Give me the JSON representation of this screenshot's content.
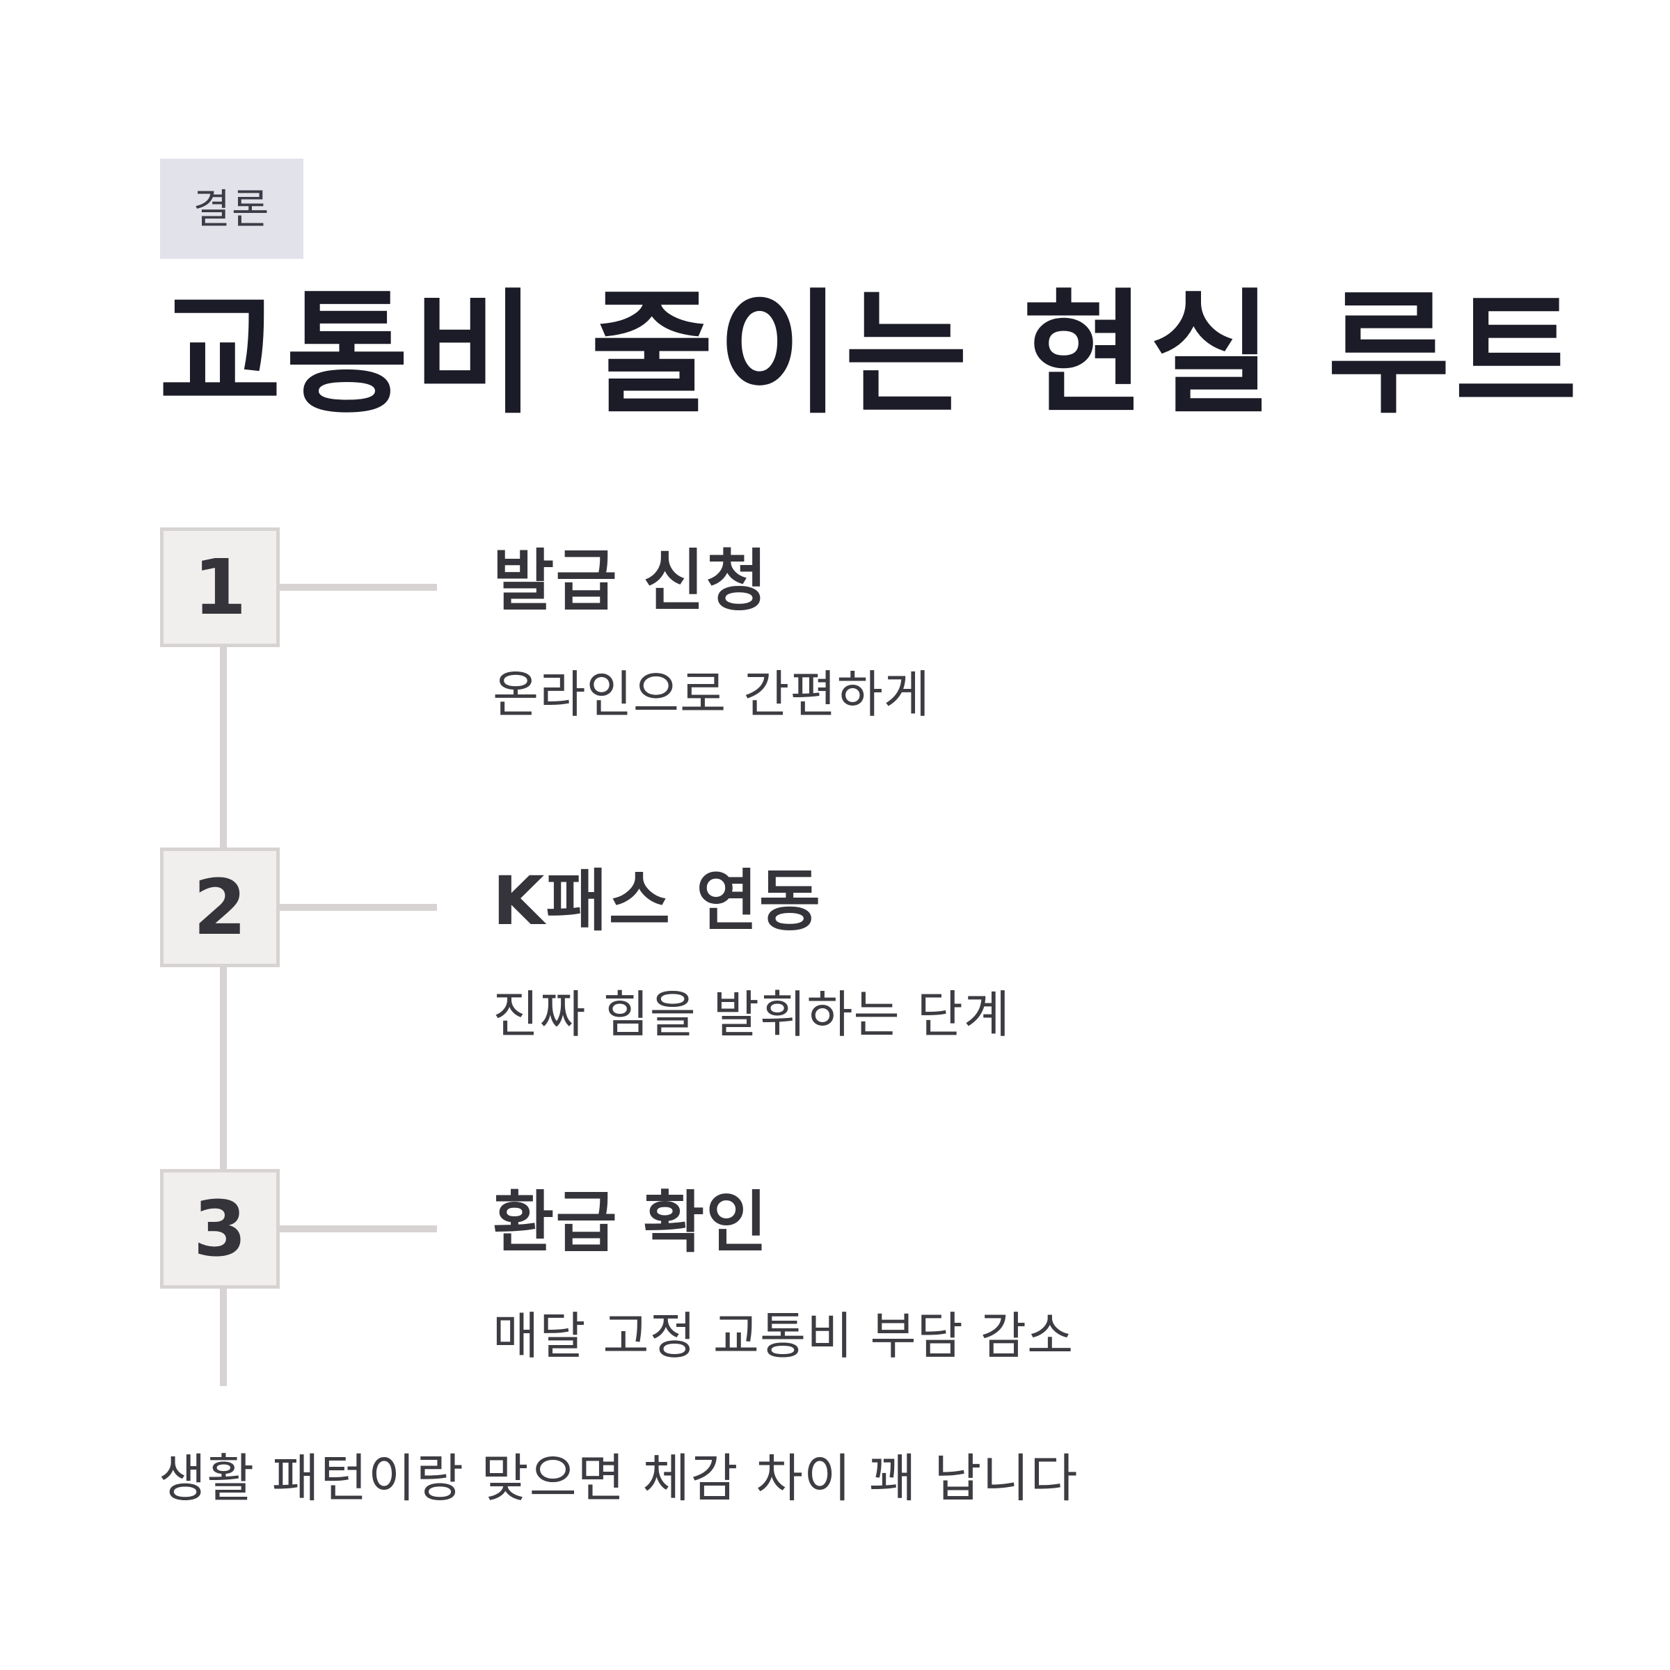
{
  "tag": "결론",
  "title": "교통비 줄이는 현실 루트",
  "steps": [
    {
      "number": "1",
      "title": "발급 신청",
      "desc": "온라인으로 간편하게"
    },
    {
      "number": "2",
      "title": "K패스 연동",
      "desc": "진짜 힘을 발휘하는 단계"
    },
    {
      "number": "3",
      "title": "환급 확인",
      "desc": "매달 고정 교통비 부담 감소"
    }
  ],
  "footer": "생활 패턴이랑 맞으면 체감 차이 꽤 납니다",
  "colors": {
    "background": "#ffffff",
    "tag_background": "#e2e3ea",
    "title": "#1c1c28",
    "step_box_fill": "#f1efee",
    "line": "#d7d3d3",
    "text": "#34343a"
  }
}
